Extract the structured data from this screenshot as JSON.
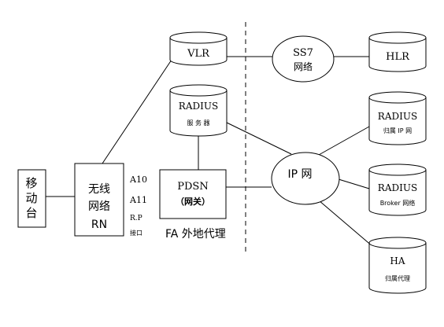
{
  "nodes": {
    "mobile": {
      "lines": [
        "移",
        "动",
        "台"
      ]
    },
    "rn": {
      "lines": [
        "无线",
        "网络",
        "RN"
      ]
    },
    "pdsn": {
      "lines": [
        "PDSN",
        "（网关）"
      ]
    },
    "vlr": {
      "label": "VLR"
    },
    "hlr": {
      "label": "HLR"
    },
    "ss7": {
      "lines": [
        "SS7",
        "网络"
      ]
    },
    "ipnet": {
      "label": "IP 网"
    },
    "radius_server": {
      "lines": [
        "RADIUS",
        "服 务 器"
      ]
    },
    "radius_home": {
      "lines": [
        "RADIUS",
        "归属 IP 网"
      ]
    },
    "radius_broker": {
      "lines": [
        "RADIUS",
        "Broker 网络"
      ]
    },
    "ha": {
      "lines": [
        "HA",
        "归属代理"
      ]
    }
  },
  "interfaces": [
    "A10",
    "A11",
    "R.P",
    "接口"
  ],
  "fa_label": "FA 外地代理"
}
